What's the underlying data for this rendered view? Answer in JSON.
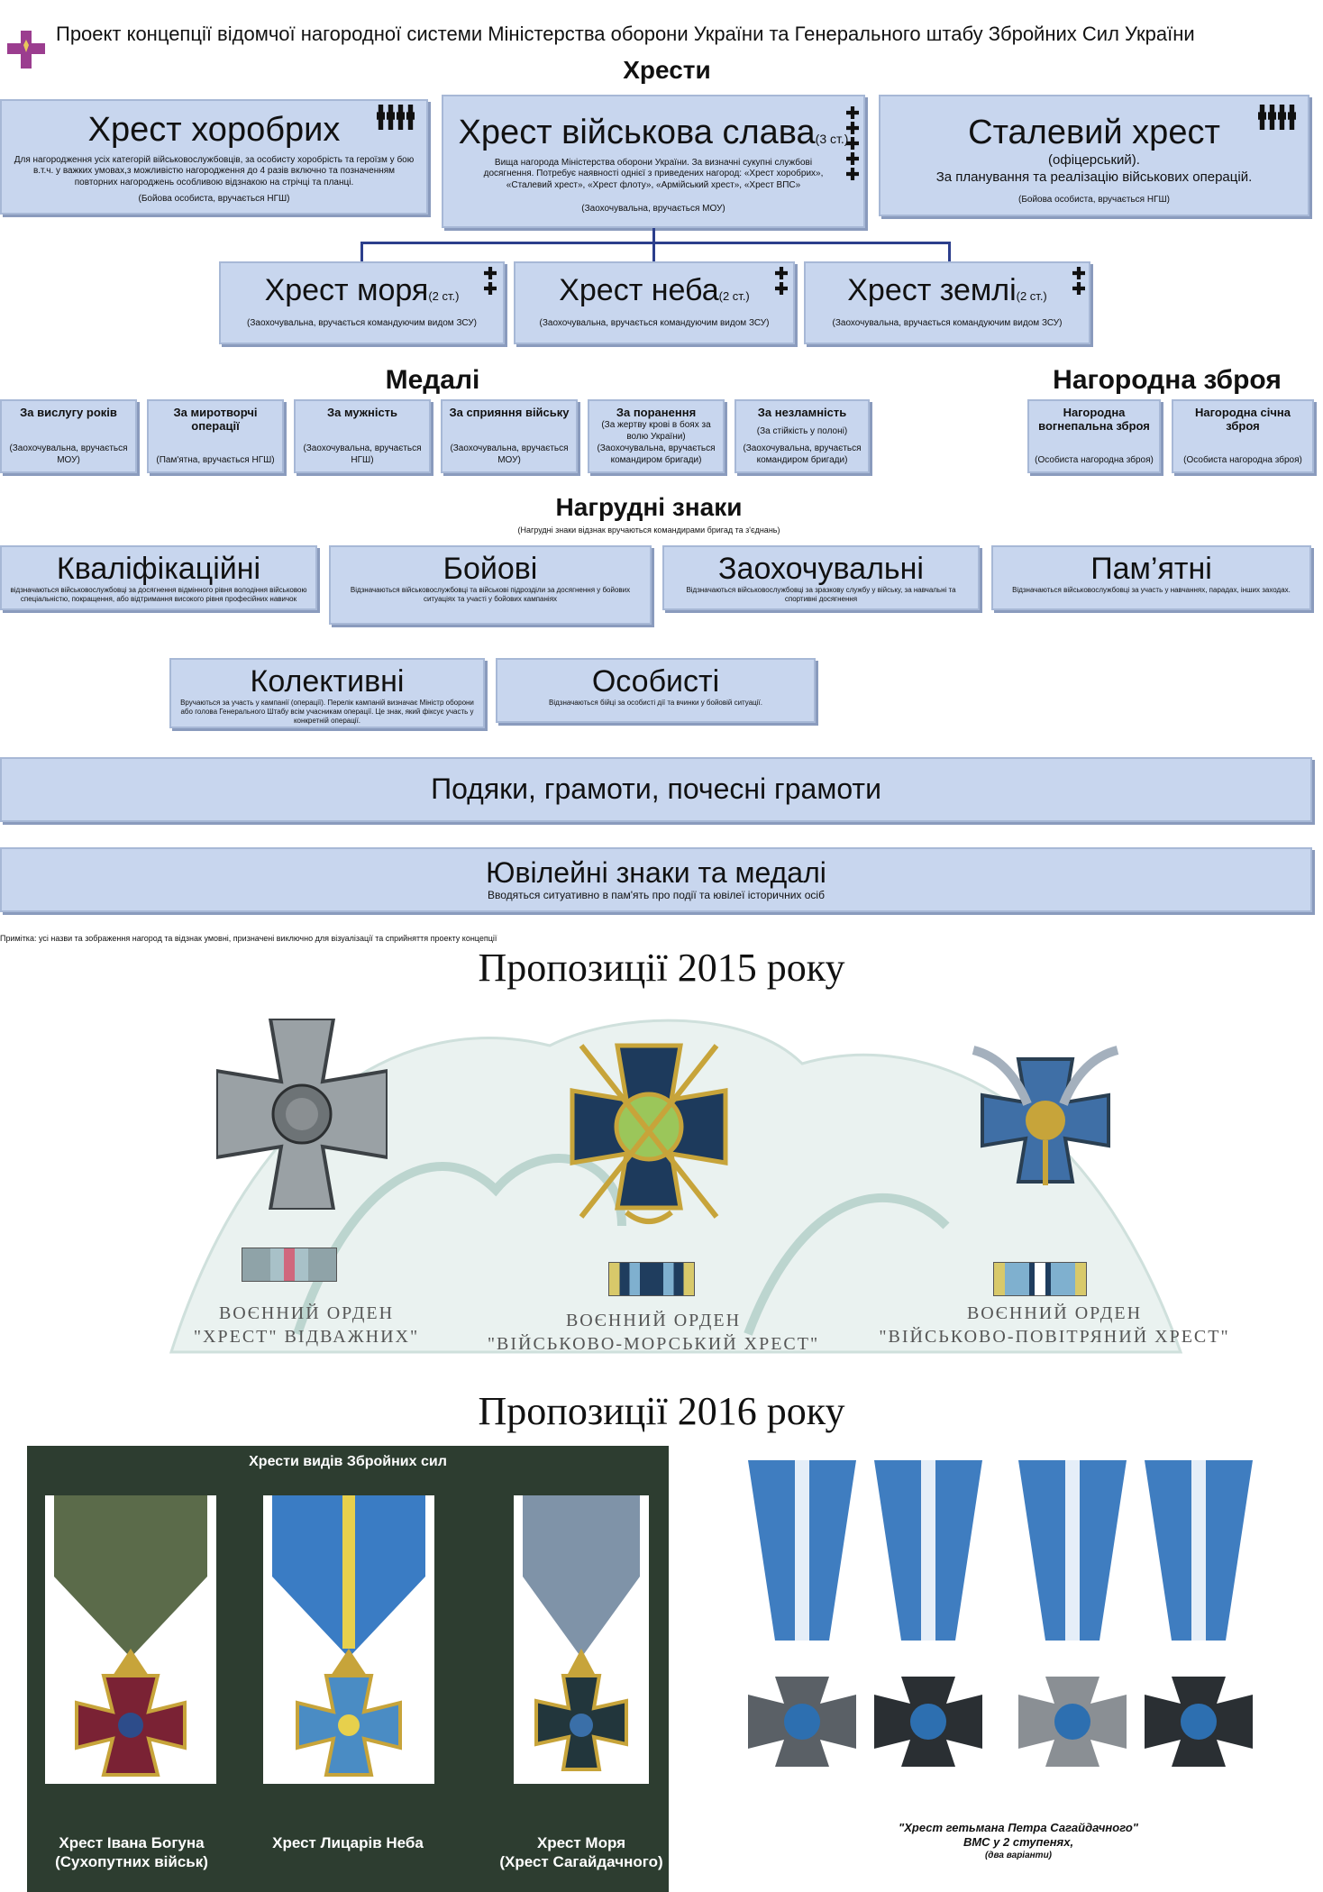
{
  "header": {
    "title": "Проект концепції відомчої нагородної системи Міністерства оборони України та Генерального штабу Збройних Сил України"
  },
  "sections": {
    "crosses": "Хрести",
    "medals": "Медалі",
    "weapons": "Нагородна зброя",
    "badges": "Нагрудні знаки",
    "badges_note": "(Нагрудні знаки відзнак вручаються командирами бригад та з'єднань)"
  },
  "crosses_top": [
    {
      "title": "Хрест хоробрих",
      "desc": "Для нагородження усіх категорій військовослужбовців, за особисту хоробрість та героїзм у бою в.т.ч. у важких умовах,з можливістю нагородження до 4 разів включно та позначенням повторних нагороджень особливою відзнакою на стрічці та планці.",
      "note": "(Бойова особиста, вручається НГШ)"
    },
    {
      "title": "Хрест військова слава",
      "grade": "(3 ст.)",
      "desc": "Вища нагорода Міністерства оборони України. За визначні сукупні службові досягнення. Потребує наявності однієї з приведених нагород: «Хрест хоробрих», «Сталевий хрест», «Хрест флоту», «Армійський хрест», «Хрест ВПС»",
      "note": "(Заохочувальна, вручається МОУ)"
    },
    {
      "title": "Сталевий хрест",
      "sub": "(офіцерський).",
      "desc": "За планування та реалізацію військових операцій.",
      "note": "(Бойова особиста, вручається НГШ)"
    }
  ],
  "crosses_second": [
    {
      "title": "Хрест моря",
      "grade": "(2 ст.)",
      "note": "(Заохочувальна, вручається командуючим видом ЗСУ)"
    },
    {
      "title": "Хрест неба",
      "grade": "(2 ст.)",
      "note": "(Заохочувальна, вручається командуючим видом ЗСУ)"
    },
    {
      "title": "Хрест землі",
      "grade": "(2 ст.)",
      "note": "(Заохочувальна, вручається командуючим видом ЗСУ)"
    }
  ],
  "medals": [
    {
      "title": "За вислугу років",
      "sub": "",
      "note": "(Заохочувальна, вручається МОУ)"
    },
    {
      "title": "За миротворчі операції",
      "sub": "",
      "note": "(Пам'ятна, вручається НГШ)"
    },
    {
      "title": "За мужність",
      "sub": "",
      "note": "(Заохочувальна, вручається НГШ)"
    },
    {
      "title": "За сприяння війську",
      "sub": "",
      "note": "(Заохочувальна, вручається МОУ)"
    },
    {
      "title": "За поранення",
      "sub": "(За жертву крові в боях за волю України)",
      "note": "(Заохочувальна, вручається командиром бригади)"
    },
    {
      "title": "За незламність",
      "sub": "(За стійкість у полоні)",
      "note": "(Заохочувальна, вручається командиром бригади)"
    }
  ],
  "weapons": [
    {
      "title": "Нагородна вогнепальна зброя",
      "note": "(Особиста нагородна зброя)"
    },
    {
      "title": "Нагородна січна зброя",
      "note": "(Особиста нагородна зброя)"
    }
  ],
  "badges": [
    {
      "title": "Кваліфікаційні",
      "desc": "відзначаються військовослужбовці за досягнення відмінного рівня володіння військовою спеціальністю, покращення, або відтримання високого рівня професійних навичок"
    },
    {
      "title": "Бойові",
      "desc": "Відзначаються військовослужбовці та військові підрозділи за досягнення у бойових ситуаціях та участі у бойових кампаніях"
    },
    {
      "title": "Заохочувальні",
      "desc": "Відзначаються військовослужбовці за зразкову службу у війську, за навчальні та спортивні досягнення"
    },
    {
      "title": "Пам’ятні",
      "desc": "Відзначаються військовослужбовці за участь у навчаннях, парадах, інших заходах."
    }
  ],
  "combat_sub": [
    {
      "title": "Колективні",
      "desc": "Вручаються за участь у кампанії (операції). Перелік кампаній визначає Міністр оборони або голова Генерального Штабу всім учасникам операції. Це знак, який фіксує участь у конкретній операції."
    },
    {
      "title": "Особисті",
      "desc": "Відзначаються бійці за особисті дії та вчинки у бойовій ситуації."
    }
  ],
  "bars": [
    {
      "title": "Подяки, грамоти, почесні грамоти",
      "sub": ""
    },
    {
      "title": "Ювілейні знаки та медалі",
      "sub": "Вводяться ситуативно в пам'ять про події та ювілеї історичних осіб"
    }
  ],
  "footnote": "Примітка: усі назви та зображення нагород та відзнак умовні, призначені виключно для візуалізації та сприйняття проекту концепції",
  "proposals_2015": {
    "heading": "Пропозиції 2015 року",
    "items": [
      {
        "line1": "ВОЄННИЙ ОРДЕН",
        "line2": "\"ХРЕСТ\" ВІДВАЖНИХ\""
      },
      {
        "line1": "ВОЄННИЙ ОРДЕН",
        "line2": "\"ВІЙСЬКОВО-МОРСЬКИЙ ХРЕСТ\""
      },
      {
        "line1": "ВОЄННИЙ ОРДЕН",
        "line2": "\"ВІЙСЬКОВО-ПОВІТРЯНИЙ ХРЕСТ\""
      }
    ]
  },
  "proposals_2016": {
    "heading": "Пропозиції 2016 року",
    "panel_title": "Хрести видів Збройних сил",
    "items": [
      {
        "line1": "Хрест Івана Богуна",
        "line2": "(Сухопутних військ)"
      },
      {
        "line1": "Хрест Лицарів Неба",
        "line2": ""
      },
      {
        "line1": "Хрест Моря",
        "line2": "(Хрест Сагайдачного)"
      }
    ],
    "right_caption": {
      "line1": "\"Хрест гетьмана Петра Сагайдачного\"",
      "line2": "ВМС у 2 ступенях,",
      "line3": "(два варіанти)"
    }
  },
  "colors": {
    "box_fill": "#c8d6ee",
    "box_border": "#a7b8d6",
    "connector": "#2c3f8c",
    "panel_green": "#2d3d30",
    "emblem": "#9b3d8f"
  }
}
